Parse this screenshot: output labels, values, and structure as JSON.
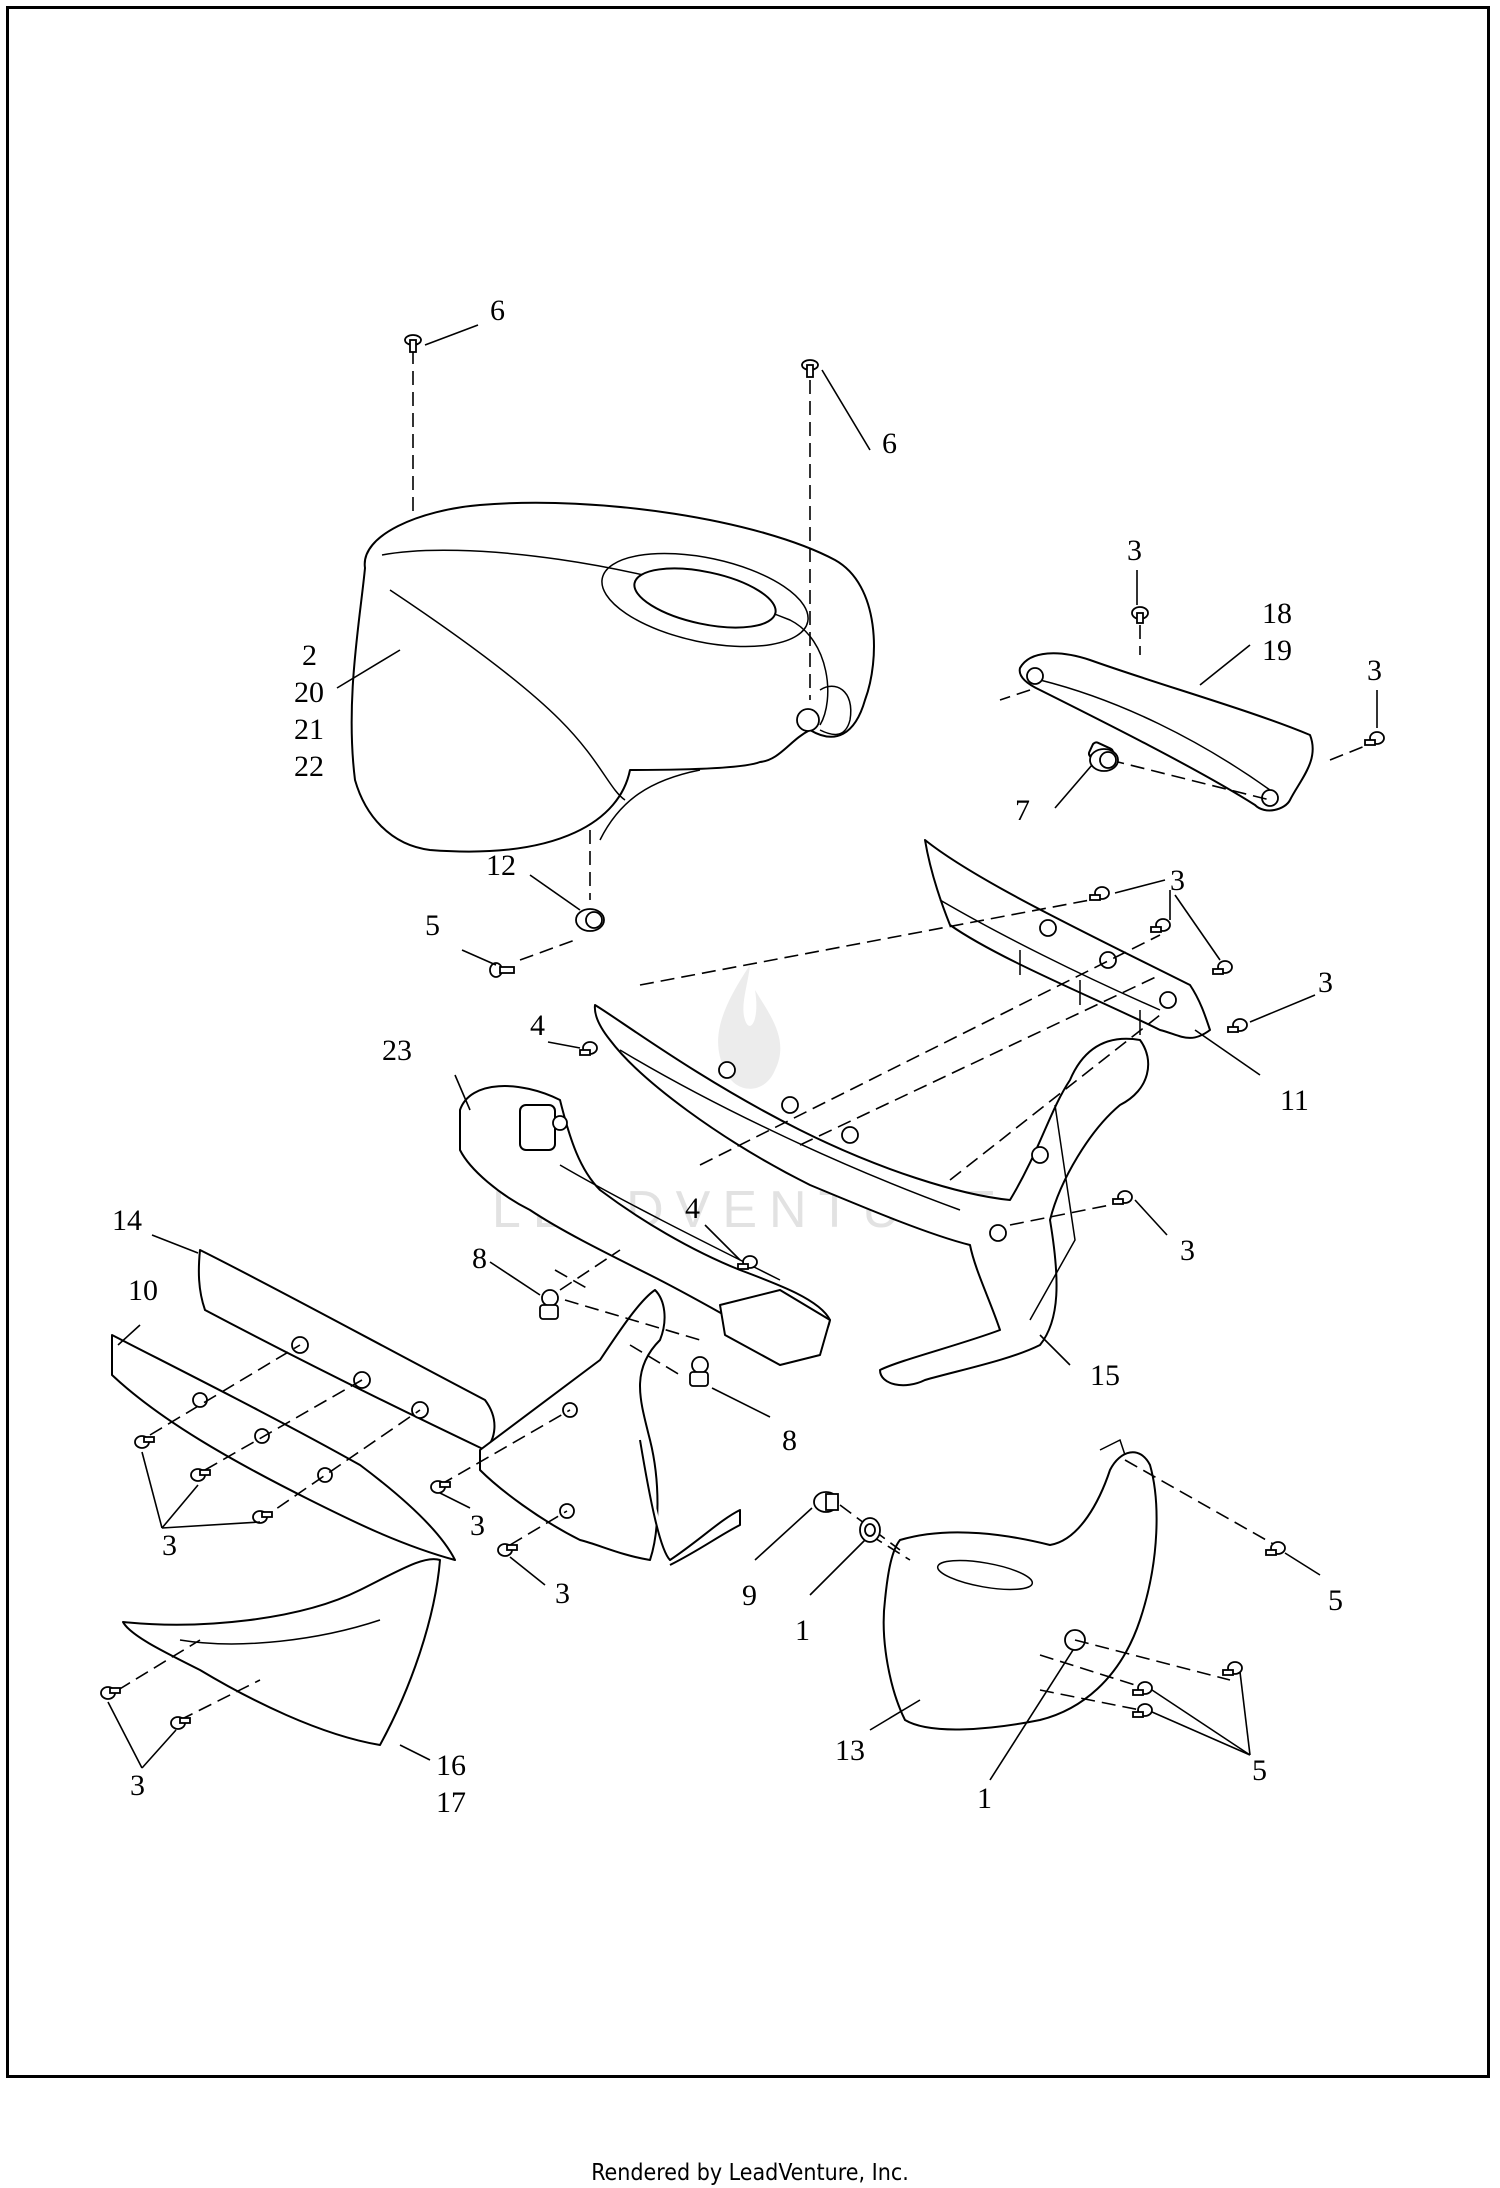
{
  "diagram": {
    "callouts": [
      "6",
      "6",
      "3",
      "18",
      "19",
      "3",
      "2",
      "20",
      "21",
      "22",
      "7",
      "12",
      "5",
      "3",
      "3",
      "4",
      "23",
      "11",
      "4",
      "3",
      "14",
      "8",
      "10",
      "15",
      "8",
      "3",
      "3",
      "3",
      "9",
      "1",
      "5",
      "3",
      "16",
      "17",
      "13",
      "1",
      "5"
    ]
  },
  "watermark": {
    "text": "LEADVENTURE"
  },
  "footer": {
    "text": "Rendered by LeadVenture, Inc."
  }
}
